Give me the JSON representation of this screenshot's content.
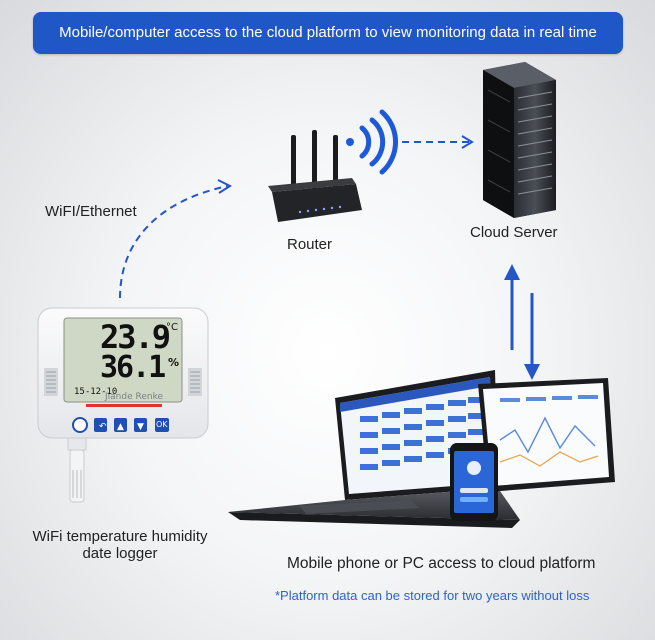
{
  "banner": {
    "text": "Mobile/computer access to the cloud platform to view monitoring data in real time"
  },
  "labels": {
    "wifi": "WiFI/Ethernet",
    "router": "Router",
    "cloud_server": "Cloud Server",
    "logger_line1": "WiFi temperature humidity",
    "logger_line2": "date logger",
    "access": "Mobile phone or PC access to cloud platform",
    "note": "*Platform data can be stored for two years without loss"
  },
  "device": {
    "temperature": "23.9",
    "temp_unit": "°C",
    "humidity": "36.1",
    "hum_unit": "%",
    "date": "15-12-10",
    "watermark": "Jiande Renke",
    "ok_button": "OK"
  },
  "colors": {
    "banner": "#1f57c7",
    "arrow": "#2456c8",
    "note": "#2a62d9"
  }
}
